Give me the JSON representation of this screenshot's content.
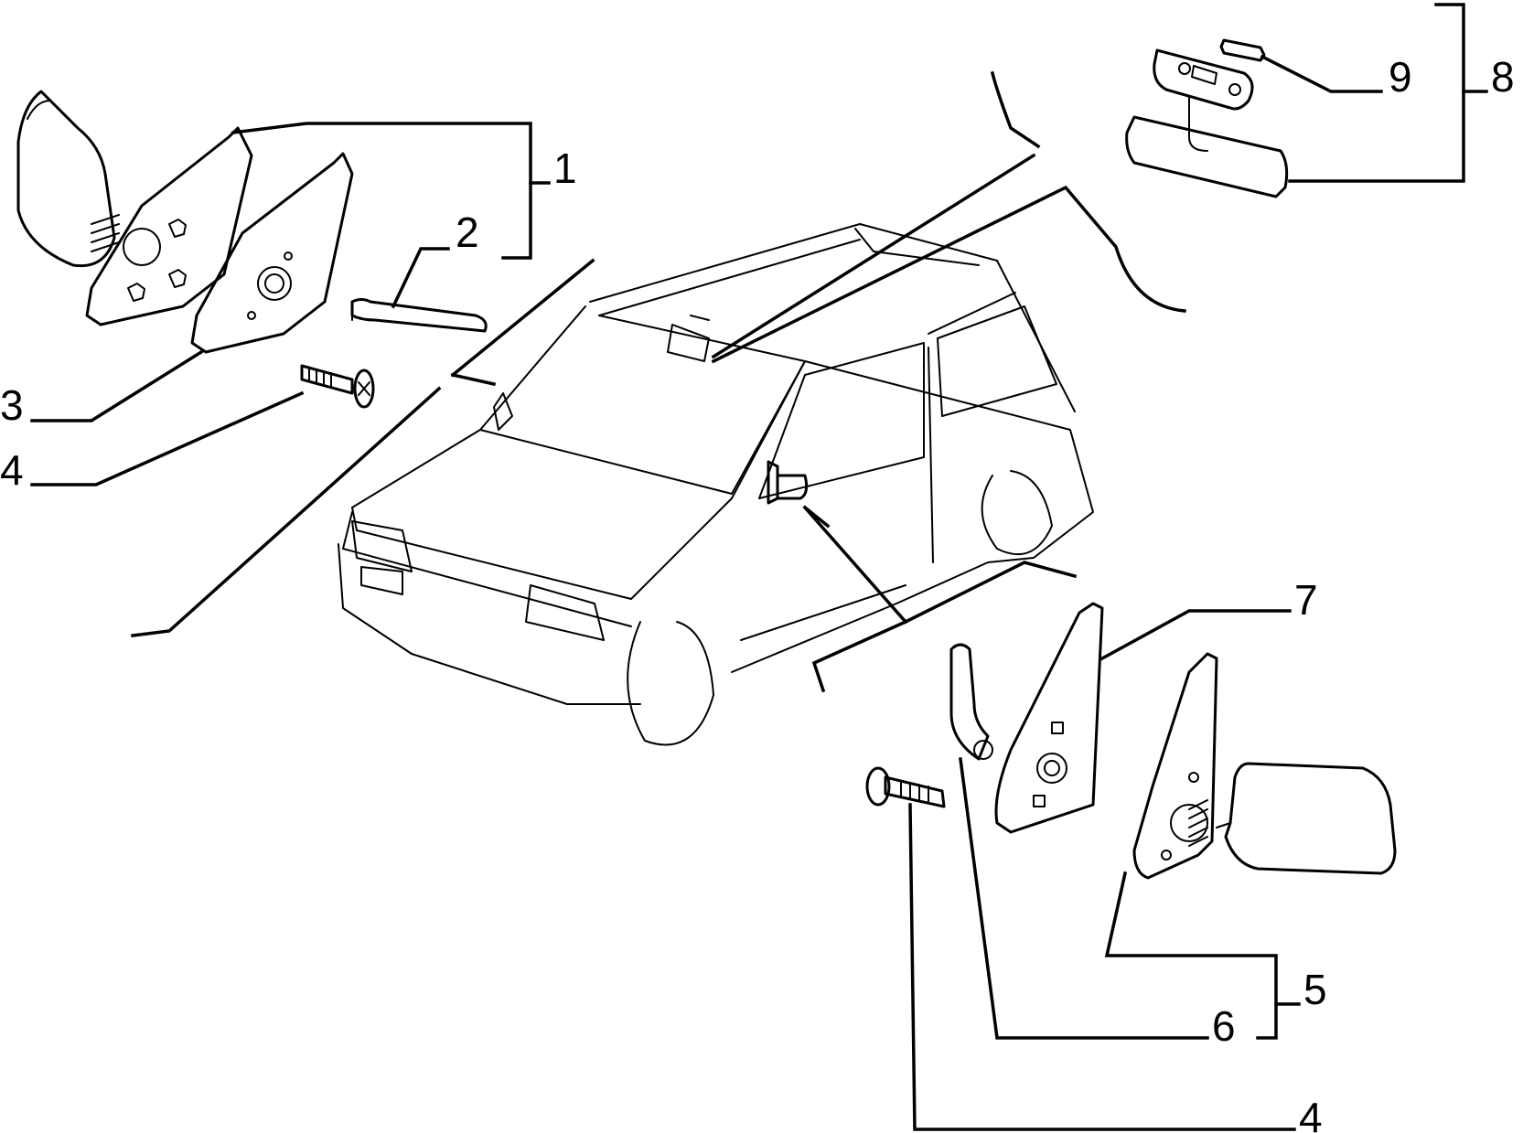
{
  "callouts": {
    "c1": "1",
    "c2": "2",
    "c3": "3",
    "c4_top": "4",
    "c4_bottom": "4",
    "c5": "5",
    "c6": "6",
    "c7": "7",
    "c8": "8",
    "c9": "9"
  }
}
